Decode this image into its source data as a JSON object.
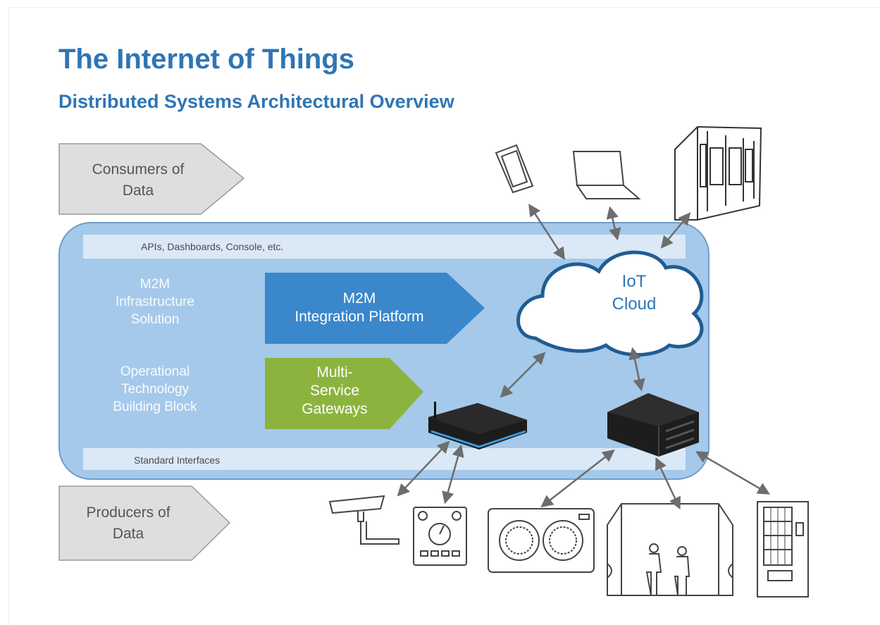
{
  "title": "The Internet of Things",
  "subtitle": "Distributed Systems Architectural Overview",
  "consumers_label": [
    "Consumers of",
    "Data"
  ],
  "producers_label": [
    "Producers of",
    "Data"
  ],
  "top_band": "APIs, Dashboards, Console, etc.",
  "bottom_band": "Standard Interfaces",
  "m2m_infra": [
    "M2M",
    "Infrastructure",
    "Solution"
  ],
  "ot_block": [
    "Operational",
    "Technology",
    "Building Block"
  ],
  "m2m_platform": [
    "M2M",
    "Integration Platform"
  ],
  "gateways": [
    "Multi-",
    "Service",
    "Gateways"
  ],
  "cloud": [
    "IoT",
    "Cloud"
  ],
  "icons": {
    "consumer_devices": [
      "smartphone-icon",
      "laptop-icon",
      "server-rack-icon"
    ],
    "gateway_devices": [
      "gateway-router-icon",
      "industrial-pc-icon"
    ],
    "producer_devices": [
      "sensor-post-icon",
      "gauge-panel-icon",
      "hvac-unit-icon",
      "door-people-icon",
      "vending-machine-icon"
    ]
  },
  "colors": {
    "title": "#2f75b5",
    "container": "#a5c9ea",
    "band": "#dbe8f6",
    "platform_box": "#3a87cb",
    "gateway_box": "#8db33f",
    "grey_arrow": "#dedede"
  }
}
